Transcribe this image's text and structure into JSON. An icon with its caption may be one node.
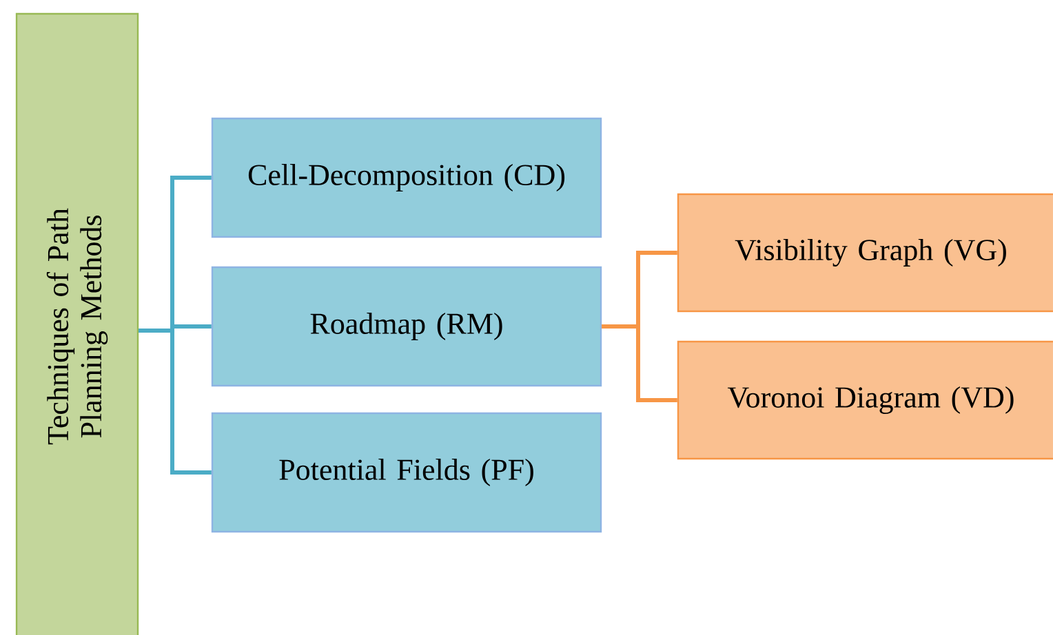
{
  "diagram": {
    "nodes": [
      {
        "text": [
          "Techniques of Path Planning Methods"
        ]
      },
      {
        "text": [
          "Cell-Decomposition (CD)"
        ]
      },
      {
        "text": [
          "Roadmap (RM)"
        ]
      },
      {
        "text": [
          "Potential Fields (PF)"
        ]
      },
      {
        "text": [
          "Visibility Graph (VG)"
        ]
      },
      {
        "text": [
          "Voronoi Diagram (VD)"
        ]
      }
    ],
    "edges": [
      {
        "from": 0,
        "to": 1,
        "arrow": "none"
      },
      {
        "from": 0,
        "to": 2,
        "arrow": "none"
      },
      {
        "from": 0,
        "to": 3,
        "arrow": "none"
      },
      {
        "from": 2,
        "to": 4,
        "arrow": "none",
        "color": "#f79646"
      },
      {
        "from": 2,
        "to": 5,
        "arrow": "none",
        "color": "#f79646"
      }
    ]
  }
}
